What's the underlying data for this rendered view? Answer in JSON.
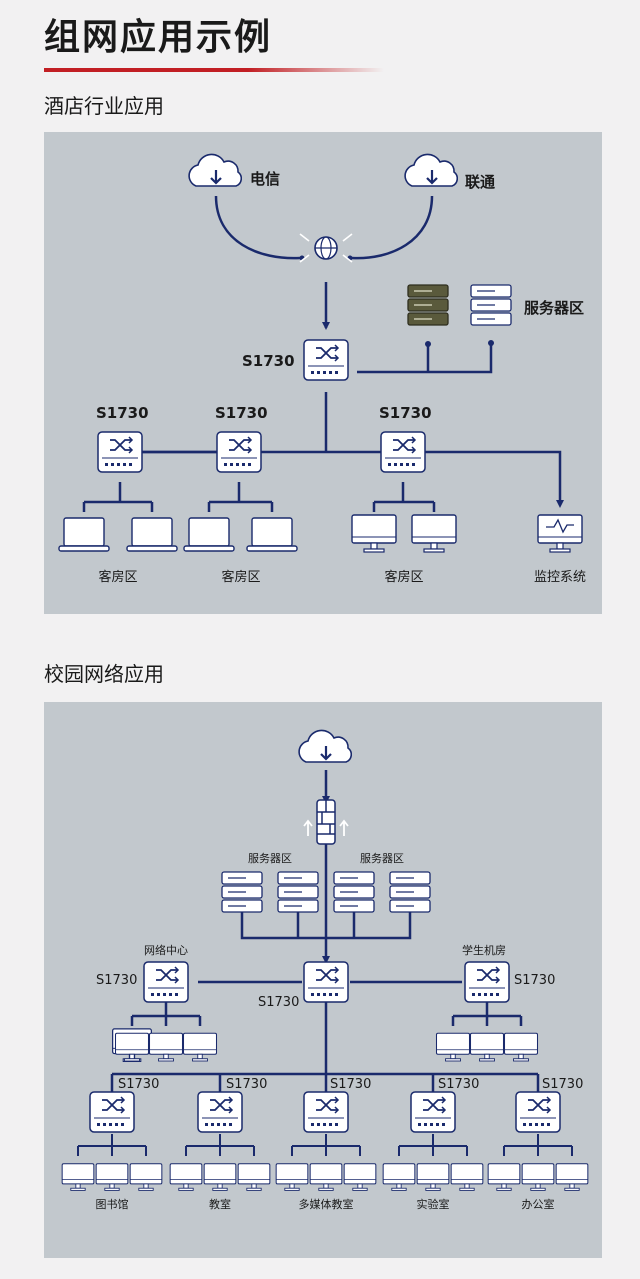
{
  "page": {
    "title": "组网应用示例",
    "hotel_section_title": "酒店行业应用",
    "campus_section_title": "校园网络应用"
  },
  "hotel": {
    "isp_left": "电信",
    "isp_right": "联通",
    "server_zone": "服务器区",
    "core_switch": "S1730",
    "access_switches": [
      "S1730",
      "S1730",
      "S1730"
    ],
    "zones": [
      "客房区",
      "客房区",
      "客房区",
      "监控系统"
    ]
  },
  "campus": {
    "server_zones": [
      "服务器区",
      "服务器区"
    ],
    "network_center": "网络中心",
    "student_room": "学生机房",
    "left_switch": "S1730",
    "core_switch": "S1730",
    "right_switch": "S1730",
    "access_switches": [
      "S1730",
      "S1730",
      "S1730",
      "S1730",
      "S1730"
    ],
    "zones": [
      "图书馆",
      "教室",
      "多媒体教室",
      "实验室",
      "办公室"
    ]
  },
  "colors": {
    "accent": "#c21f24",
    "panel": "#c2c8cd",
    "line": "#1a2a6c",
    "server_highlight": "#5a5a3c"
  }
}
